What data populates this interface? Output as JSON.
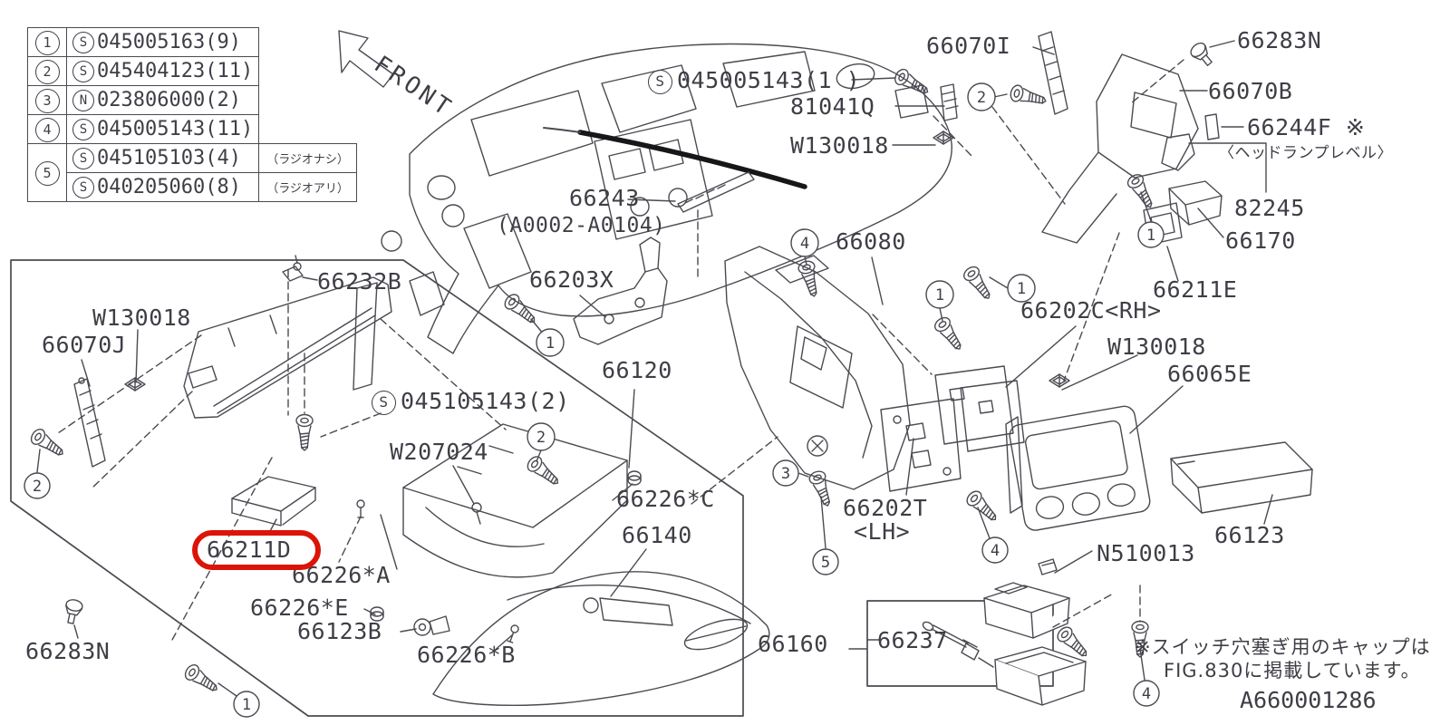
{
  "front_label": "FRONT",
  "doc_number": "A660001286",
  "glyphs": {
    "S": "S",
    "N": "N"
  },
  "digits": {
    "1": "1",
    "2": "2",
    "3": "3",
    "4": "4",
    "5": "5"
  },
  "fastener_table": {
    "rows": [
      {
        "num": "1",
        "prefix": "S",
        "code": "045005163(9)",
        "note": ""
      },
      {
        "num": "2",
        "prefix": "S",
        "code": "045404123(11)",
        "note": ""
      },
      {
        "num": "3",
        "prefix": "N",
        "code": "023806000(2)",
        "note": ""
      },
      {
        "num": "4",
        "prefix": "S",
        "code": "045005143(11)",
        "note": ""
      },
      {
        "num": "5",
        "prefix": "S",
        "code": "045105103(4)",
        "note": "（ラジオナシ）"
      },
      {
        "num": "5",
        "prefix": "S",
        "code": "040205060(8)",
        "note": "（ラジオアリ）"
      }
    ]
  },
  "labels": {
    "s045005143_1": "045005143(1 )",
    "l66070I": "66070I",
    "l81041Q": "81041Q",
    "w130018_top": "W130018",
    "l66283N_tr": "66283N",
    "l66070B": "66070B",
    "l66244F": "66244F ※",
    "headlamp_note": "〈ヘッドランプレベル〉",
    "l82245": "82245",
    "l66170": "66170",
    "l66211E": "66211E",
    "l66202C": "66202C<RH>",
    "w130018_right": "W130018",
    "l66065E": "66065E",
    "l66123": "66123",
    "lN510013": "N510013",
    "l66243": "66243",
    "l66243_range": "(A0002-A0104)",
    "l66203X": "66203X",
    "l66080": "66080",
    "l66120": "66120",
    "s045105143_2": "045105143(2)",
    "w207024": "W207024",
    "l66226C": "66226*C",
    "l66140": "66140",
    "l66202T": "66202T",
    "l66202T_side": "<LH>",
    "l66237": "66237",
    "l66160": "66160",
    "l66211D": "66211D",
    "l66226A": "66226*A",
    "l66226E": "66226*E",
    "l66123B": "66123B",
    "l66226B": "66226*B",
    "l66283N_bl": "66283N",
    "w130018_left": "W130018",
    "l66070J": "66070J",
    "l66232B": "66232B"
  },
  "note": {
    "line1": "※スイッチ穴塞ぎ用のキャップは",
    "line2": "FIG.830に掲載しています。"
  },
  "colors": {
    "line": "#4a4a52",
    "highlight": "#dc1408"
  }
}
